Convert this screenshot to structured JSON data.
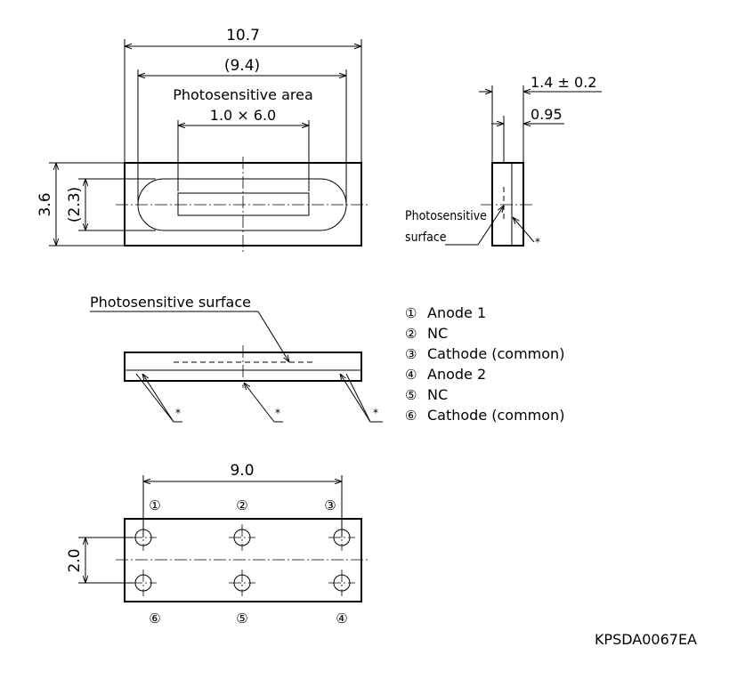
{
  "top_view": {
    "overall_width": "10.7",
    "window_width": "(9.4)",
    "area_title": "Photosensitive area",
    "area_size": "1.0 × 6.0",
    "overall_height": "3.6",
    "window_height": "(2.3)"
  },
  "side_view": {
    "thickness": "1.4 ± 0.2",
    "surface_depth": "0.95",
    "surface_label_line1": "Photosensitive",
    "surface_label_line2": "surface",
    "asterisk": "*"
  },
  "front_view": {
    "surface_label": "Photosensitive surface",
    "asterisk": "*"
  },
  "pin_legend": [
    {
      "symbol": "①",
      "name": "Anode 1"
    },
    {
      "symbol": "②",
      "name": "NC"
    },
    {
      "symbol": "③",
      "name": "Cathode (common)"
    },
    {
      "symbol": "④",
      "name": "Anode 2"
    },
    {
      "symbol": "⑤",
      "name": "NC"
    },
    {
      "symbol": "⑥",
      "name": "Cathode (common)"
    }
  ],
  "bottom_view": {
    "pin_pitch": "9.0",
    "row_spacing": "2.0",
    "top_pins": [
      "①",
      "②",
      "③"
    ],
    "bottom_pins": [
      "⑥",
      "⑤",
      "④"
    ]
  },
  "drawing_code": "KPSDA0067EA"
}
